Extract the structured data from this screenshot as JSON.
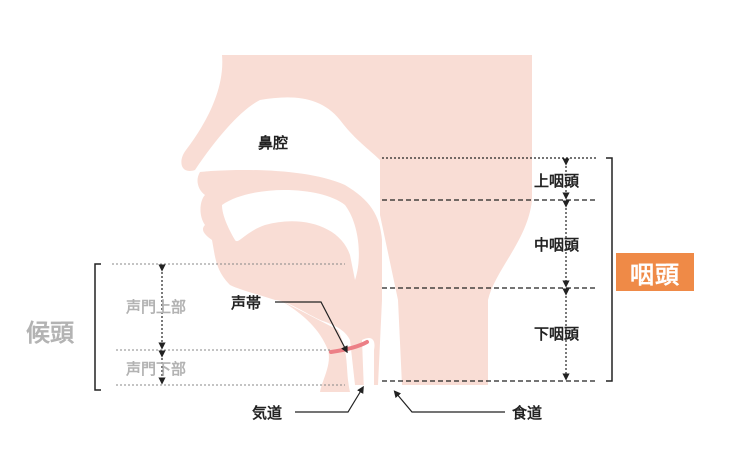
{
  "labels": {
    "nasal_cavity": "鼻腔",
    "upper_pharynx": "上咽頭",
    "mid_pharynx": "中咽頭",
    "lower_pharynx": "下咽頭",
    "pharynx": "咽頭",
    "larynx": "候頭",
    "supraglottic": "声門上部",
    "subglottic": "声門下部",
    "vocal_cord": "声帯",
    "trachea": "気道",
    "esophagus": "食道"
  },
  "colors": {
    "tissue": "#f9ddd5",
    "vocal_cord": "#ec7f86",
    "pharynx_badge": "#ef8a47",
    "larynx_text": "#b3b3b3"
  }
}
